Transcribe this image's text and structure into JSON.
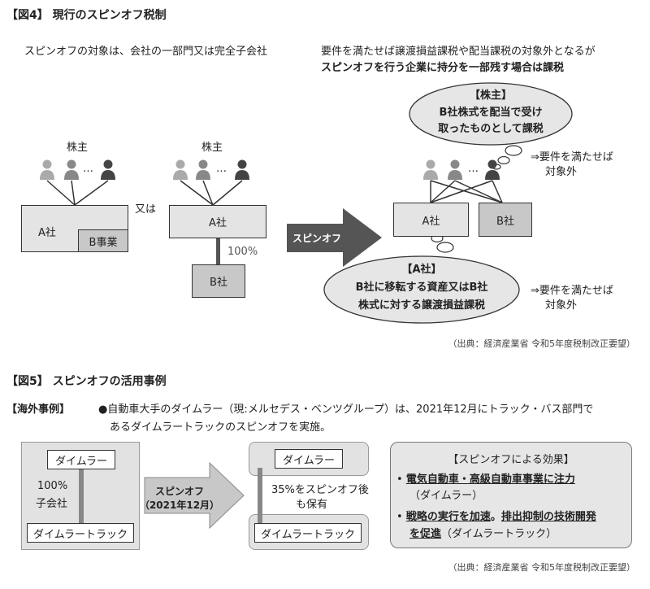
{
  "fig4": {
    "title": "【図4】 現行のスピンオフ税制",
    "subtitle_left": "スピンオフの対象は、会社の一部門又は完全子会社",
    "subtitle_right_line1": "要件を満たせば譲渡損益課税や配当課税の対象外となるが",
    "subtitle_right_line2": "スピンオフを行う企業に持分を一部残す場合は課税",
    "shareholders_label": "株主",
    "ellipsis": "…",
    "or_label": "又は",
    "company_a": "A社",
    "company_b": "B社",
    "division_b": "B事業",
    "pct_label": "100%",
    "arrow_label": "スピンオフ",
    "bubble_top_title": "【株主】",
    "bubble_top_line1": "B社株式を配当で受け",
    "bubble_top_line2": "取ったものとして課税",
    "bubble_bottom_title": "【A社】",
    "bubble_bottom_line1": "B社に移転する資産又はB社",
    "bubble_bottom_line2": "株式に対する譲渡損益課税",
    "note_line1": "⇒要件を満たせば",
    "note_line2": "対象外",
    "source": "（出典：経済産業省 令和5年度税制改正要望）"
  },
  "fig5": {
    "title": "【図5】 スピンオフの活用事例",
    "overseas_label": "【海外事例】",
    "desc_line1": "●自動車大手のダイムラー（現:メルセデス・ベンツグループ）は、2021年12月にトラック・バス部門で",
    "desc_line2": "あるダイムラートラックのスピンオフを実施。",
    "daimler": "ダイムラー",
    "daimler_truck": "ダイムラートラック",
    "subsidiary_line1": "100%",
    "subsidiary_line2": "子会社",
    "arrow_line1": "スピンオフ",
    "arrow_line2": "（2021年12月）",
    "retained_line1": "35%をスピンオフ後",
    "retained_line2": "も保有",
    "effects_title": "【スピンオフによる効果】",
    "effect1_main": "電気自動車・高級自動車事業に注力",
    "effect1_sub": "（ダイムラー）",
    "effect2_part1": "戦略の実行を加速",
    "effect2_sep": "。",
    "effect2_part2": "排出抑制の技術開発",
    "effect2_part3": "を促進",
    "effect2_sub": "（ダイムラートラック）",
    "source": "（出典：経済産業省 令和5年度税制改正要望）"
  }
}
